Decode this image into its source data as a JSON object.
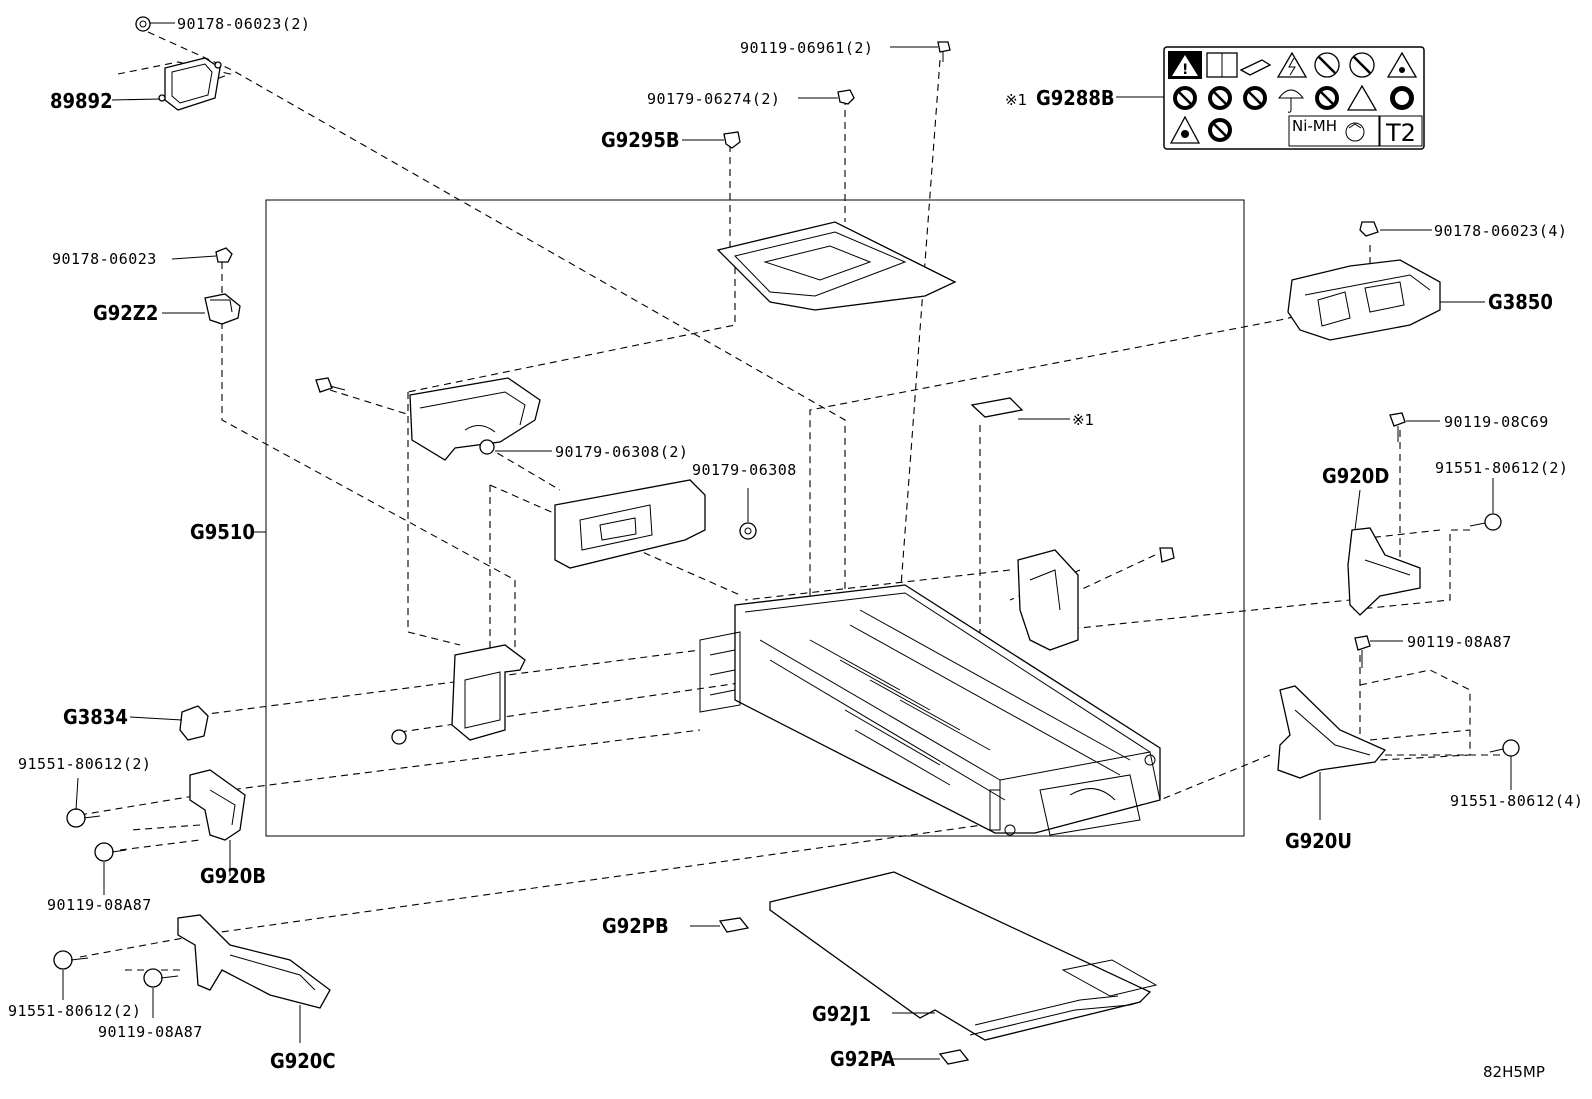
{
  "labels": {
    "p89892": "89892",
    "p90178_06023_2": "90178-06023(2)",
    "p90178_06023": "90178-06023",
    "pG92Z2": "G92Z2",
    "pG9510": "G9510",
    "pG3834": "G3834",
    "p91551_80612_2a": "91551-80612(2)",
    "p90119_08A87a": "90119-08A87",
    "pG920B": "G920B",
    "p91551_80612_2b": "91551-80612(2)",
    "p90119_08A87b": "90119-08A87",
    "pG920C": "G920C",
    "p90119_06961_2": "90119-06961(2)",
    "p90179_06274_2": "90179-06274(2)",
    "pG9295B": "G9295B",
    "p90179_06308_2": "90179-06308(2)",
    "p90179_06308": "90179-06308",
    "pG9288B": "G9288B",
    "ref1_prefix": "※1",
    "ref1": "※1",
    "p90178_06023_4": "90178-06023(4)",
    "pG3850": "G3850",
    "p90119_08C69": "90119-08C69",
    "p91551_80612_2c": "91551-80612(2)",
    "pG920D": "G920D",
    "p90119_08A87c": "90119-08A87",
    "p91551_80612_4": "91551-80612(4)",
    "pG920U": "G920U",
    "pG92PB": "G92PB",
    "pG92J1": "G92J1",
    "pG92PA": "G92PA",
    "label_nimh": "Ni-MH",
    "label_t2": "T2",
    "diagram_code": "82H5MP"
  },
  "icons": {
    "warning_label": [
      "warning-triangle-icon",
      "manual-book-icon",
      "battery-icon",
      "high-voltage-icon",
      "no-fire-icon",
      "no-smoking-icon",
      "flammable-icon",
      "no-disassemble-icon",
      "no-touch-icon",
      "no-cutting-icon",
      "keep-dry-icon",
      "no-short-circuit-icon",
      "corrosive-icon",
      "gloves-icon",
      "explosion-icon",
      "no-crush-icon",
      "recycle-icon"
    ]
  }
}
